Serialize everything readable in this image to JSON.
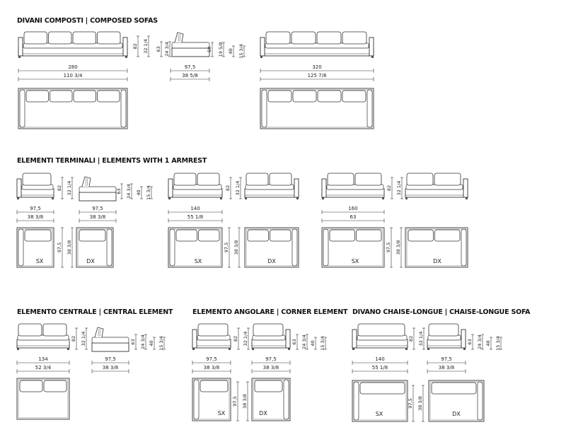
{
  "sections": {
    "composed": "DIVANI COMPOSTI  |  COMPOSED SOFAS",
    "armrest": "ELEMENTI TERMINALI  |  ELEMENTS WITH 1 ARMREST",
    "central": "ELEMENTO CENTRALE  |  CENTRAL ELEMENT",
    "corner": "ELEMENTO ANGOLARE  |  CORNER ELEMENT",
    "chaise": "DIVANO CHAISE-LONGUE  |  CHAISE-LONGUE SOFA"
  },
  "composed": {
    "sofa280": {
      "cm": "280",
      "in": "110 3/4",
      "h_cm": "82",
      "h_in": "32 1/4"
    },
    "side": {
      "cm": "97,5",
      "in": "38 5/8",
      "seat_cm": "63",
      "seat_in": "24 3/4",
      "h1": "50",
      "h1_in": "19 5/8",
      "h2": "40",
      "h2_in": "15 3/4"
    },
    "sofa320": {
      "cm": "320",
      "in": "125 7/8"
    }
  },
  "armrest": {
    "e97": {
      "cm": "97,5",
      "in": "38 3/8",
      "h": "82",
      "h_in": "32 1/4"
    },
    "e97b": {
      "cm": "97,5",
      "in": "38 3/8",
      "seat": "63",
      "seat_in": "24 3/4",
      "h2": "40",
      "h2_in": "15 3/4"
    },
    "e140": {
      "cm": "140",
      "in": "55 1/8",
      "h": "82",
      "h_in": "32 1/4"
    },
    "e160": {
      "cm": "160",
      "in": "63",
      "h": "82",
      "h_in": "32 1/4"
    },
    "depth_cm": "97,5",
    "depth_in": "38 3/8",
    "sx": "SX",
    "dx": "DX"
  },
  "central": {
    "w_cm": "134",
    "w_in": "52 3/4",
    "h": "82",
    "h_in": "32 1/4",
    "side_cm": "97,5",
    "side_in": "38 3/8",
    "seat": "63",
    "seat_in": "24 3/4",
    "h2": "40",
    "h2_in": "15 3/4"
  },
  "corner": {
    "a_cm": "97,5",
    "a_in": "38 3/8",
    "b_cm": "97,5",
    "b_in": "38 3/8",
    "h": "82",
    "h_in": "32 1/4",
    "seat": "63",
    "seat_in": "24 3/4",
    "h2": "40",
    "h2_in": "15 3/4",
    "depth_cm": "97,5",
    "depth_in": "38 3/8",
    "sx": "SX",
    "dx": "DX"
  },
  "chaise": {
    "a_cm": "140",
    "a_in": "55 1/8",
    "b_cm": "97,5",
    "b_in": "38 3/8",
    "h": "82",
    "h_in": "32 1/4",
    "seat": "63",
    "seat_in": "24 3/4",
    "h2": "40",
    "h2_in": "15 3/4",
    "depth_cm": "97,5",
    "depth_in": "38 3/8",
    "sx": "SX",
    "dx": "DX"
  },
  "colors": {
    "line": "#333333",
    "fill": "#ffffff",
    "dark": "#555555"
  }
}
